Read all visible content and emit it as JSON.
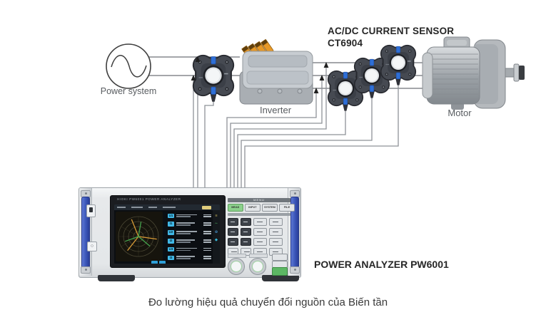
{
  "caption": "Đo lường hiệu quả chuyển đổi nguồn của Biến tần",
  "labels": {
    "power_system": "Power system",
    "inverter": "Inverter",
    "motor": "Motor",
    "current_sensor_line1": "AC/DC CURRENT SENSOR",
    "current_sensor_line2": "CT6904",
    "power_analyzer": "POWER ANALYZER PW6001"
  },
  "analyzer": {
    "brand_text": "HIOKI PW6001 POWER ANALYZER",
    "menu_title": "MENU",
    "menu_buttons": [
      {
        "label": "MEAS",
        "active": true
      },
      {
        "label": "INPUT",
        "active": false
      },
      {
        "label": "SYSTEM",
        "active": false
      },
      {
        "label": "FILE",
        "active": false
      }
    ],
    "screen": {
      "channel_badges": [
        "U1",
        "I1",
        "U2",
        "I2",
        "U3",
        "I3"
      ],
      "vectors": [
        {
          "name": "U1",
          "angle": 112,
          "length": 26,
          "color": "#d79a36"
        },
        {
          "name": "U2",
          "angle": 232,
          "length": 25,
          "color": "#d79a36"
        },
        {
          "name": "U3",
          "angle": 352,
          "length": 26,
          "color": "#d79a36"
        },
        {
          "name": "I1",
          "angle": 80,
          "length": 21,
          "color": "#46a64e"
        },
        {
          "name": "I2",
          "angle": 200,
          "length": 20,
          "color": "#46a64e"
        },
        {
          "name": "I3",
          "angle": 320,
          "length": 21,
          "color": "#46a64e"
        }
      ]
    }
  },
  "colors": {
    "handle_blue": "#3c59bb",
    "sensor_tab_blue": "#2f6fd6",
    "connector_orange": "#e79827",
    "meas_key_green": "#8bd08b",
    "badge_cyan": "#41b9e8",
    "vector_orange": "#d79a36",
    "vector_green": "#46a64e",
    "wire_gray": "#8e9298"
  }
}
